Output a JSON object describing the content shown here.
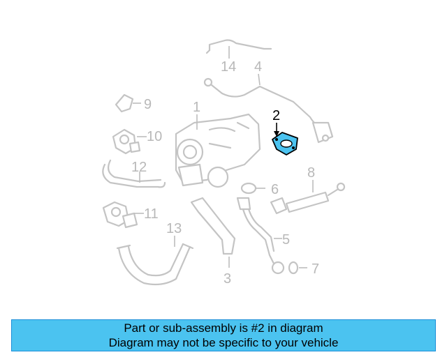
{
  "diagram": {
    "callouts": [
      "1",
      "2",
      "3",
      "4",
      "5",
      "6",
      "7",
      "8",
      "9",
      "10",
      "11",
      "12",
      "13",
      "14"
    ],
    "highlighted_part": "2",
    "highlight_color": "#4bc3f0",
    "caption_color": "#4bc3f0",
    "line_color": "#c4c4c4"
  },
  "caption": {
    "line1": "Part or sub-assembly is #2 in diagram",
    "line2": "Diagram may not be specific to your vehicle"
  }
}
